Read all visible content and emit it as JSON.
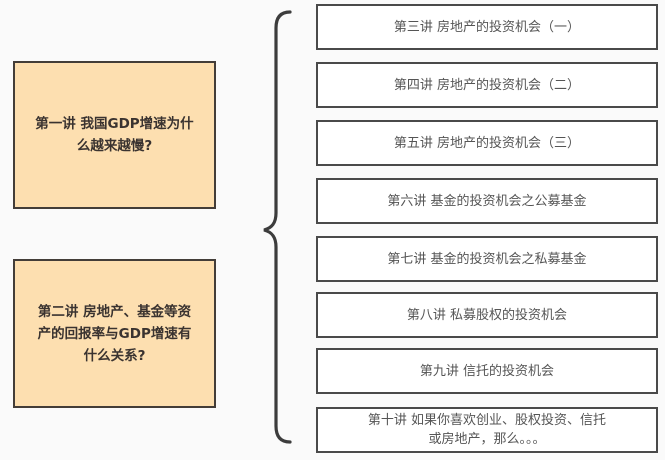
{
  "left_boxes": [
    {
      "label": "第一讲 我国GDP增速为什么越来越慢?"
    },
    {
      "label": "第二讲 房地产、基金等资产的回报率与GDP增速有什么关系?"
    }
  ],
  "right_boxes": [
    {
      "label": "第三讲  房地产的投资机会（一）"
    },
    {
      "label": "第四讲  房地产的投资机会（二）"
    },
    {
      "label": "第五讲  房地产的投资机会（三）"
    },
    {
      "label": "第六讲  基金的投资机会之公募基金"
    },
    {
      "label": "第七讲  基金的投资机会之私募基金"
    },
    {
      "label": "第八讲  私募股权的投资机会"
    },
    {
      "label": "第九讲  信托的投资机会"
    },
    {
      "label": "第十讲  如果你喜欢创业、股权投资、信托或房地产，那么。。。"
    }
  ],
  "colors": {
    "left_fill": "#fddfb0",
    "left_border": "#433d38",
    "right_fill": "#ffffff",
    "right_border": "#4a4a4a",
    "brace": "#3c3c3c"
  }
}
